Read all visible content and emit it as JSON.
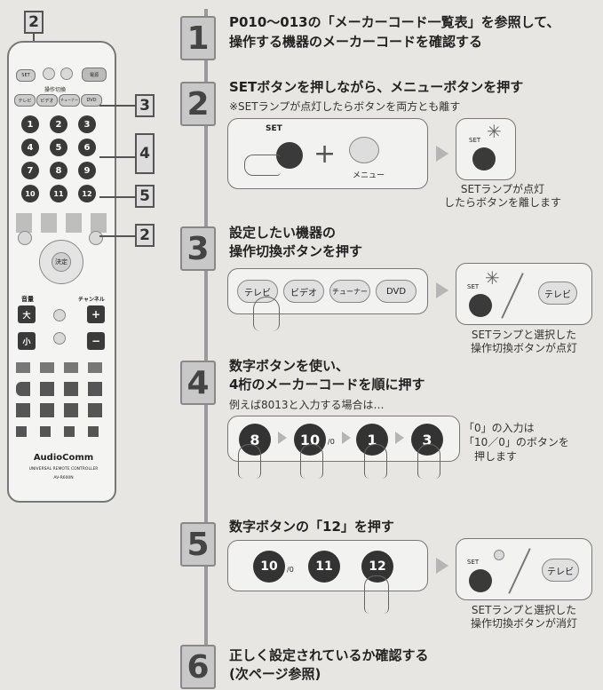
{
  "remote": {
    "callouts": [
      "2",
      "3",
      "4",
      "5",
      "2"
    ],
    "number_buttons": [
      "1",
      "2",
      "3",
      "4",
      "5",
      "6",
      "7",
      "8",
      "9",
      "10",
      "11",
      "12"
    ],
    "mode_buttons": [
      "テレビ",
      "ビデオ",
      "チューナー",
      "DVD"
    ],
    "brand": "AudioComm",
    "subtitle": "UNIVERSAL REMOTE CONTROLLER",
    "model": "AV-R600N",
    "label_set": "SET",
    "label_power": "電源",
    "label_mode": "操作切換",
    "label_decide": "決定",
    "label_volume": "音量",
    "label_channel": "チャンネル",
    "label_big": "大",
    "label_small": "小",
    "label_plus": "+",
    "label_minus": "−"
  },
  "steps": [
    {
      "number": "1",
      "lines": [
        "P010～013の「メーカーコード一覧表」を参照して、",
        "操作する機器のメーカーコードを確認する"
      ]
    },
    {
      "number": "2",
      "lines": [
        "SETボタンを押しながら、メニューボタンを押す"
      ],
      "note": "※SETランプが点灯したらボタンを両方とも離す",
      "btn_set": "SET",
      "btn_menu": "メニュー",
      "lamp_label": "SET",
      "caption": [
        "SETランプが点灯",
        "したらボタンを離します"
      ]
    },
    {
      "number": "3",
      "lines": [
        "設定したい機器の",
        "操作切換ボタンを押す"
      ],
      "buttons": [
        "テレビ",
        "ビデオ",
        "チューナー",
        "DVD"
      ],
      "lamp_label": "SET",
      "lit_button": "テレビ",
      "caption": [
        "SETランプと選択した",
        "操作切換ボタンが点灯"
      ]
    },
    {
      "number": "4",
      "lines": [
        "数字ボタンを使い、",
        "4桁のメーカーコードを順に押す"
      ],
      "note": "例えば8013と入力する場合は…",
      "sequence": [
        "8",
        "10",
        "1",
        "3"
      ],
      "sub_zero": "/0",
      "side_note": [
        "「0」の入力は",
        "「10／0」のボタンを",
        "押します"
      ]
    },
    {
      "number": "5",
      "lines": [
        "数字ボタンの「12」を押す"
      ],
      "buttons": [
        "10",
        "11",
        "12"
      ],
      "sub_zero": "/0",
      "lamp_label": "SET",
      "off_button": "テレビ",
      "caption": [
        "SETランプと選択した",
        "操作切換ボタンが消灯"
      ]
    },
    {
      "number": "6",
      "lines": [
        "正しく設定されているか確認する",
        "(次ページ参照)"
      ]
    }
  ]
}
